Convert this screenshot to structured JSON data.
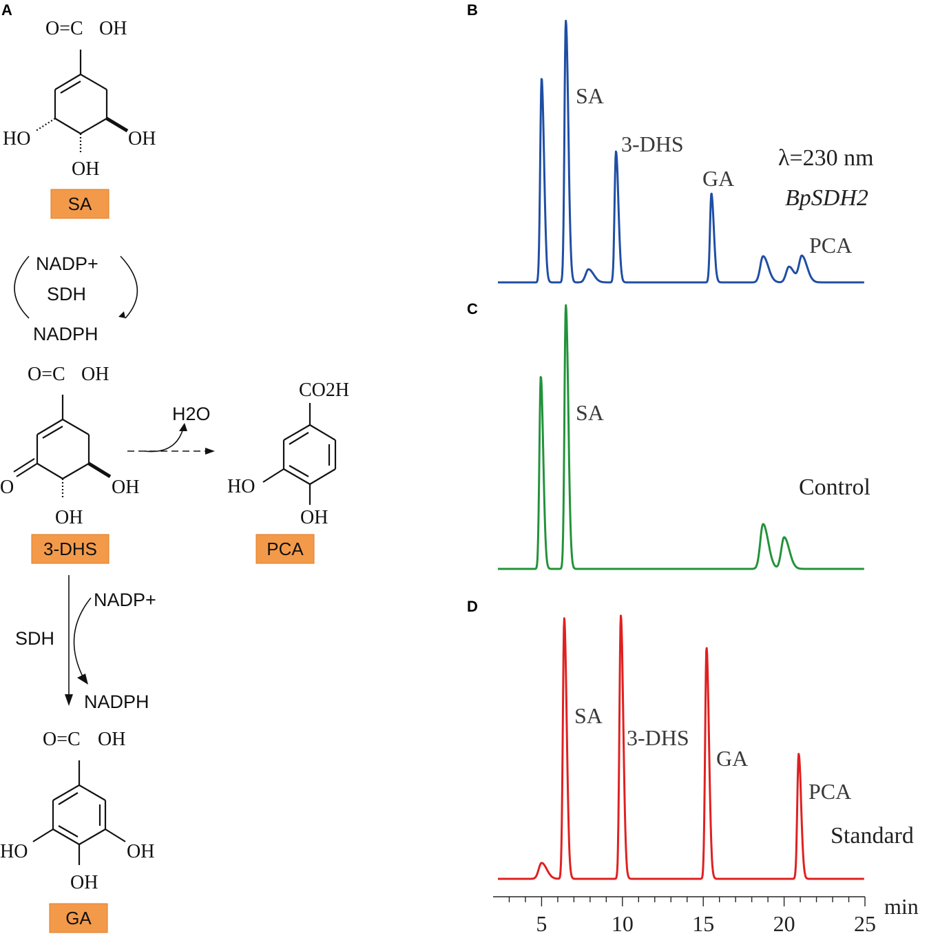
{
  "panels": {
    "A": "A",
    "B": "B",
    "C": "C",
    "D": "D"
  },
  "scheme": {
    "sa": {
      "label": "SA",
      "cooh": "O=C",
      "oh_top": "OH",
      "ho_left": "HO",
      "oh_right": "OH",
      "oh_bottom": "OH"
    },
    "cycle": {
      "top": "NADP+",
      "middle": "SDH",
      "bottom": "NADPH"
    },
    "dhs": {
      "label": "3-DHS",
      "cooh": "O=C",
      "oh_top": "OH",
      "o_left": "O",
      "oh_right": "OH",
      "oh_bottom": "OH"
    },
    "water": "H2O",
    "pca": {
      "label": "PCA",
      "co2h": "CO2H",
      "ho_left": "HO",
      "oh_bottom": "OH"
    },
    "second_step": {
      "top": "NADP+",
      "enzyme": "SDH",
      "bottom": "NADPH"
    },
    "ga": {
      "label": "GA",
      "cooh": "O=C",
      "oh_top": "OH",
      "ho_left": "HO",
      "oh_right": "OH",
      "oh_bottom": "OH"
    },
    "label_color": "#f39a4a"
  },
  "chart_data": [
    {
      "type": "line",
      "panel": "B",
      "color": "#1f4ea3",
      "annotations": [
        "SA",
        "3-DHS",
        "GA",
        "PCA"
      ],
      "legend": {
        "wavelength": "λ=230 nm",
        "enzyme": "BpSDH2"
      },
      "peaks": [
        {
          "x": 5.0,
          "height": 0.78
        },
        {
          "x": 6.5,
          "height": 1.0,
          "label": "SA"
        },
        {
          "x": 7.9,
          "height": 0.05
        },
        {
          "x": 9.6,
          "height": 0.5,
          "label": "3-DHS"
        },
        {
          "x": 15.5,
          "height": 0.34,
          "label": "GA"
        },
        {
          "x": 18.7,
          "height": 0.1
        },
        {
          "x": 20.3,
          "height": 0.06
        },
        {
          "x": 21.1,
          "height": 0.1,
          "label": "PCA"
        }
      ],
      "xlim": [
        2,
        25
      ]
    },
    {
      "type": "line",
      "panel": "C",
      "color": "#22933a",
      "annotations": [
        "SA"
      ],
      "legend": {
        "name": "Control"
      },
      "peaks": [
        {
          "x": 4.95,
          "height": 0.73
        },
        {
          "x": 6.5,
          "height": 1.0,
          "label": "SA"
        },
        {
          "x": 18.7,
          "height": 0.17
        },
        {
          "x": 20.0,
          "height": 0.12
        }
      ],
      "xlim": [
        2,
        25
      ]
    },
    {
      "type": "line",
      "panel": "D",
      "color": "#e02020",
      "annotations": [
        "SA",
        "3-DHS",
        "GA",
        "PCA"
      ],
      "legend": {
        "name": "Standard"
      },
      "peaks": [
        {
          "x": 5.0,
          "height": 0.06
        },
        {
          "x": 6.4,
          "height": 0.98,
          "label": "SA"
        },
        {
          "x": 9.9,
          "height": 0.99,
          "label": "3-DHS"
        },
        {
          "x": 15.2,
          "height": 0.87,
          "label": "GA"
        },
        {
          "x": 20.9,
          "height": 0.47,
          "label": "PCA"
        }
      ],
      "xlim": [
        2,
        25
      ],
      "xticks": [
        "5",
        "10",
        "15",
        "20",
        "25"
      ],
      "xunit": "min"
    }
  ]
}
